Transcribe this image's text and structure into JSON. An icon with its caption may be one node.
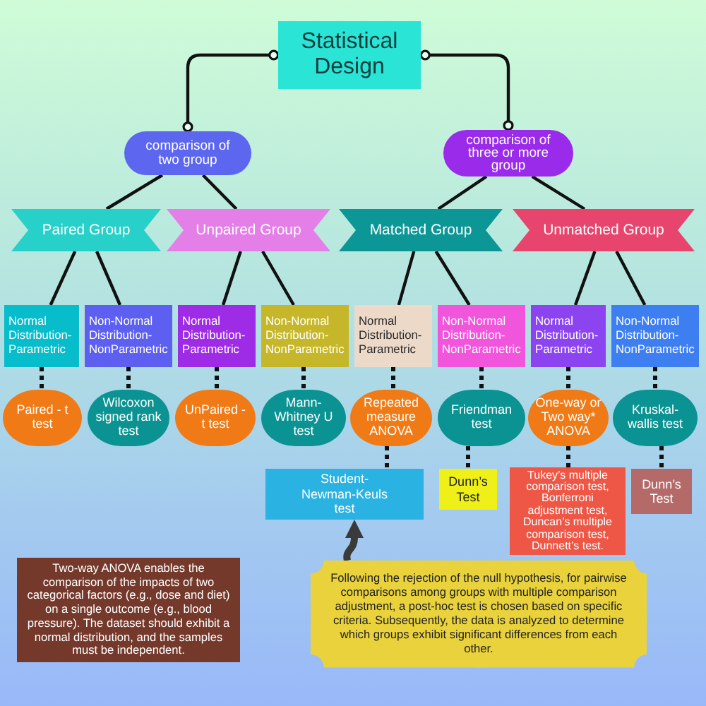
{
  "diagram": {
    "nodes": [
      {
        "text": [
          "Statistical Design"
        ]
      },
      {
        "text": [
          "comparison of two group"
        ]
      },
      {
        "text": [
          "comparison of three or more group"
        ]
      },
      {
        "text": [
          "Paired Group"
        ]
      },
      {
        "text": [
          "Unpaired Group"
        ]
      },
      {
        "text": [
          "Matched Group"
        ]
      },
      {
        "text": [
          "Unmatched Group"
        ]
      },
      {
        "text": [
          "Normal Distribution-Parametric"
        ]
      },
      {
        "text": [
          "Non-Normal Distribution-NonParametric"
        ]
      },
      {
        "text": [
          "Normal Distribution-Parametric"
        ]
      },
      {
        "text": [
          "Non-Normal Distribution-NonParametric"
        ]
      },
      {
        "text": [
          "Normal Distribution-Parametric"
        ]
      },
      {
        "text": [
          "Non-Normal Distribution-NonParametric"
        ]
      },
      {
        "text": [
          "Normal Distribution-Parametric"
        ]
      },
      {
        "text": [
          "Non-Normal Distribution-NonParametric"
        ]
      },
      {
        "text": [
          "Paired - t test"
        ]
      },
      {
        "text": [
          "Wilcoxon signed rank test"
        ]
      },
      {
        "text": [
          "UnPaired - t test"
        ]
      },
      {
        "text": [
          "Mann-Whitney U test"
        ]
      },
      {
        "text": [
          "Repeated measure ANOVA"
        ]
      },
      {
        "text": [
          "Friendman test"
        ]
      },
      {
        "text": [
          "One-way or Two way* ANOVA"
        ]
      },
      {
        "text": [
          "Kruskal-wallis test"
        ]
      },
      {
        "text": [
          "Student-Newman-Keuls test"
        ]
      },
      {
        "text": [
          "Dunn’s Test"
        ]
      },
      {
        "text": [
          "Tukey’s multiple comparison test, Bonferroni adjustment test, Duncan’s multiple comparison test, Dunnett’s test."
        ]
      },
      {
        "text": [
          "Dunn’s Test"
        ]
      },
      {
        "text": [
          "Two-way ANOVA enables the comparison of the impacts of two categorical factors (e.g., dose and diet) on a single outcome (e.g., blood pressure). The dataset should exhibit a normal distribution, and the samples must be independent."
        ]
      },
      {
        "text": [
          "Following the rejection of the null hypothesis, for pairwise comparisons among groups with multiple comparison adjustment, a post-hoc test is chosen based on specific criteria. Subsequently, the data is analyzed to determine which groups exhibit significant differences from each other."
        ]
      }
    ],
    "edges": [
      {
        "from": 0,
        "to": 1,
        "arrow": "other"
      },
      {
        "from": 0,
        "to": 2,
        "arrow": "other"
      },
      {
        "from": 1,
        "to": 3,
        "arrow": "none"
      },
      {
        "from": 1,
        "to": 4,
        "arrow": "none"
      },
      {
        "from": 2,
        "to": 5,
        "arrow": "none"
      },
      {
        "from": 2,
        "to": 6,
        "arrow": "none"
      },
      {
        "from": 3,
        "to": 7,
        "arrow": "none"
      },
      {
        "from": 3,
        "to": 8,
        "arrow": "none"
      },
      {
        "from": 4,
        "to": 9,
        "arrow": "none"
      },
      {
        "from": 4,
        "to": 10,
        "arrow": "none"
      },
      {
        "from": 5,
        "to": 11,
        "arrow": "none"
      },
      {
        "from": 5,
        "to": 12,
        "arrow": "none"
      },
      {
        "from": 6,
        "to": 13,
        "arrow": "none"
      },
      {
        "from": 6,
        "to": 14,
        "arrow": "none"
      },
      {
        "from": 7,
        "to": 15,
        "arrow": "none",
        "style": "dashed"
      },
      {
        "from": 8,
        "to": 16,
        "arrow": "none",
        "style": "dashed"
      },
      {
        "from": 9,
        "to": 17,
        "arrow": "none",
        "style": "dashed"
      },
      {
        "from": 10,
        "to": 18,
        "arrow": "none",
        "style": "dashed"
      },
      {
        "from": 11,
        "to": 19,
        "arrow": "none",
        "style": "dashed"
      },
      {
        "from": 12,
        "to": 20,
        "arrow": "none",
        "style": "dashed"
      },
      {
        "from": 13,
        "to": 21,
        "arrow": "none",
        "style": "dashed"
      },
      {
        "from": 14,
        "to": 22,
        "arrow": "none",
        "style": "dashed"
      },
      {
        "from": 19,
        "to": 23,
        "arrow": "none",
        "style": "dashed"
      },
      {
        "from": 20,
        "to": 24,
        "arrow": "none",
        "style": "dashed"
      },
      {
        "from": 21,
        "to": 25,
        "arrow": "none",
        "style": "dashed"
      },
      {
        "from": 22,
        "to": 26,
        "arrow": "none",
        "style": "dashed"
      },
      {
        "from": 28,
        "to": 23,
        "arrow": "to",
        "style": "thick",
        "color": "#3a3a3a"
      }
    ]
  }
}
